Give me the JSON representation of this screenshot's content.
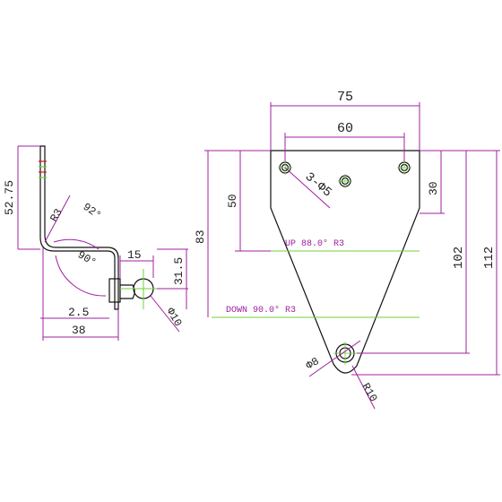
{
  "side_view": {
    "height_label": "52.75",
    "radius_label": "R3",
    "angle_top_label": "92°",
    "angle_bottom_label": "90°",
    "width_15_label": "15",
    "width_25_label": "2.5",
    "width_38_label": "38",
    "height_315_label": "31.5",
    "ball_label": "Φ10"
  },
  "front_view": {
    "top_width_label": "75",
    "hole_span_label": "60",
    "hole_label": "3-Φ5",
    "height_50_label": "50",
    "height_83_label": "83",
    "height_30_label": "30",
    "height_102_label": "102",
    "height_112_label": "112",
    "bottom_hole_label": "Φ8",
    "bottom_radius_label": "R10",
    "up_note": "UP 88.0° R3",
    "down_note": "DOWN 90.0° R3"
  },
  "colors": {
    "dimension": "#a020a0",
    "outline": "#111111",
    "bend_line": "#6fd23a",
    "accent_red": "#d01818"
  }
}
